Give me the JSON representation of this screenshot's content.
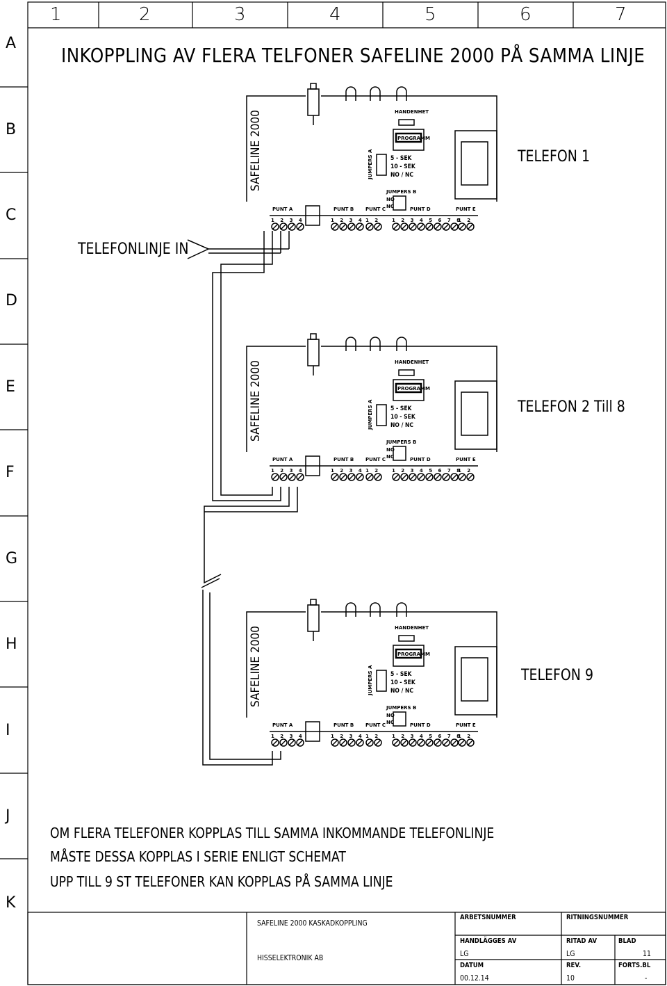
{
  "header": {
    "columns": [
      "1",
      "2",
      "3",
      "4",
      "5",
      "6",
      "7"
    ],
    "rows": [
      "A",
      "B",
      "C",
      "D",
      "E",
      "F",
      "G",
      "H",
      "I",
      "J",
      "K"
    ]
  },
  "title": "INKOPPLING AV FLERA TELFONER SAFELINE 2000 PÅ SAMMA LINJE",
  "line_in_label": "TELEFONLINJE IN",
  "units": [
    {
      "device_label": "SAFELINE 2000",
      "phone_label": "TELEFON 1",
      "handset": "HANDENHET",
      "program": "PROGRAMM",
      "jumpers_a": "JUMPERS A",
      "jumpers_b": "JUMPERS B",
      "timing": [
        "5 - SEK",
        "10 - SEK",
        "NO / NC"
      ],
      "no": "NO",
      "nc": "NC",
      "terminals": [
        {
          "name": "PUNT A",
          "pins": "1 2 3 4"
        },
        {
          "name": "PUNT B",
          "pins": "1 2 3 4"
        },
        {
          "name": "PUNT C",
          "pins": "1 2"
        },
        {
          "name": "PUNT D",
          "pins": "1 2 3 4 5 6 7 8"
        },
        {
          "name": "PUNT E",
          "pins": "1 2"
        }
      ]
    },
    {
      "device_label": "SAFELINE 2000",
      "phone_label": "TELEFON 2 Till 8",
      "handset": "HANDENHET",
      "program": "PROGRAMM",
      "jumpers_a": "JUMPERS A",
      "jumpers_b": "JUMPERS B",
      "timing": [
        "5 - SEK",
        "10 - SEK",
        "NO / NC"
      ],
      "no": "NO",
      "nc": "NC",
      "terminals": [
        {
          "name": "PUNT A",
          "pins": "1 2 3 4"
        },
        {
          "name": "PUNT B",
          "pins": "1 2 3 4"
        },
        {
          "name": "PUNT C",
          "pins": "1 2"
        },
        {
          "name": "PUNT D",
          "pins": "1 2 3 4 5 6 7 8"
        },
        {
          "name": "PUNT E",
          "pins": "1 2"
        }
      ]
    },
    {
      "device_label": "SAFELINE 2000",
      "phone_label": "TELEFON 9",
      "handset": "HANDENHET",
      "program": "PROGRAMM",
      "jumpers_a": "JUMPERS A",
      "jumpers_b": "JUMPERS B",
      "timing": [
        "5 - SEK",
        "10 - SEK",
        "NO / NC"
      ],
      "no": "NO",
      "nc": "NC",
      "terminals": [
        {
          "name": "PUNT A",
          "pins": "1 2 3 4"
        },
        {
          "name": "PUNT B",
          "pins": "1 2 3 4"
        },
        {
          "name": "PUNT C",
          "pins": "1 2"
        },
        {
          "name": "PUNT D",
          "pins": "1 2 3 4 5 6 7 8"
        },
        {
          "name": "PUNT E",
          "pins": "1 2"
        }
      ]
    }
  ],
  "notes": [
    "OM FLERA TELEFONER KOPPLAS TILL SAMMA INKOMMANDE TELEFONLINJE",
    "MÅSTE DESSA KOPPLAS I SERIE ENLIGT SCHEMAT",
    "UPP TILL 9 ST TELEFONER KAN KOPPLAS PÅ SAMMA LINJE"
  ],
  "title_block": {
    "drawing_title": "SAFELINE 2000 KASKADKOPPLING",
    "company": "HISSELEKTRONIK AB",
    "arbetsnummer_label": "ARBETSNUMMER",
    "ritningsnummer_label": "RITNINGSNUMMER",
    "handlagges_label": "HANDLÄGGES AV",
    "handlagges_value": "LG",
    "ritad_label": "RITAD AV",
    "ritad_value": "LG",
    "blad_label": "BLAD",
    "blad_value": "11",
    "datum_label": "DATUM",
    "datum_value": "00.12.14",
    "rev_label": "REV.",
    "rev_value": "10",
    "forts_label": "FORTS.BL",
    "forts_value": "-"
  }
}
